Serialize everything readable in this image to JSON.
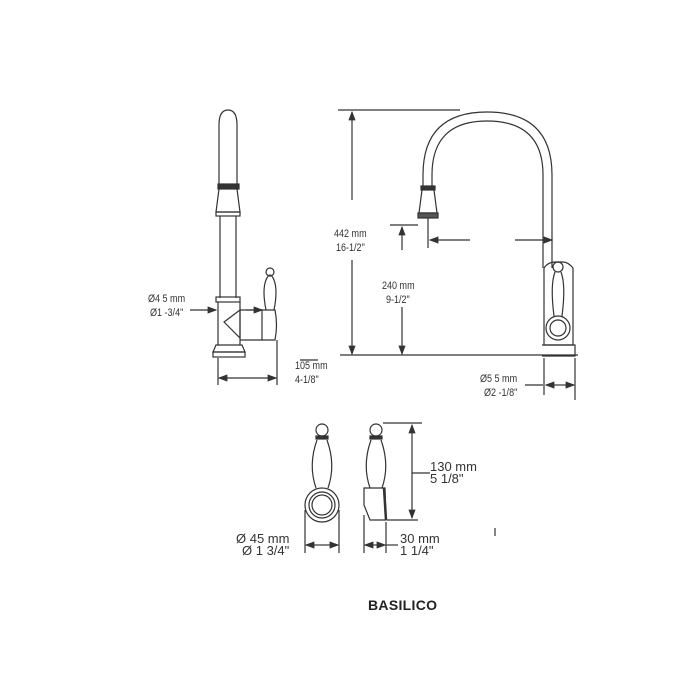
{
  "product_name": "BASILICO",
  "side_view": {
    "base_diameter": {
      "mm": "Ø4 5 mm",
      "inch": "Ø1 -3/4\""
    },
    "reach": {
      "mm": "105 mm",
      "inch": "4-1/8\""
    }
  },
  "front_view": {
    "total_height": {
      "mm": "442 mm",
      "inch": "16-1/2\""
    },
    "spout_height": {
      "mm": "240 mm",
      "inch": "9-1/2\""
    },
    "base_diameter": {
      "mm": "Ø5 5 mm",
      "inch": "Ø2 -1/8\""
    }
  },
  "handle_views": {
    "diameter": {
      "mm": "Ø 45 mm",
      "inch": "Ø 1 3/4\""
    },
    "depth": {
      "mm": "30 mm",
      "inch": "1 1/4\""
    },
    "height": {
      "mm": "130 mm",
      "inch": "5 1/8\""
    }
  }
}
